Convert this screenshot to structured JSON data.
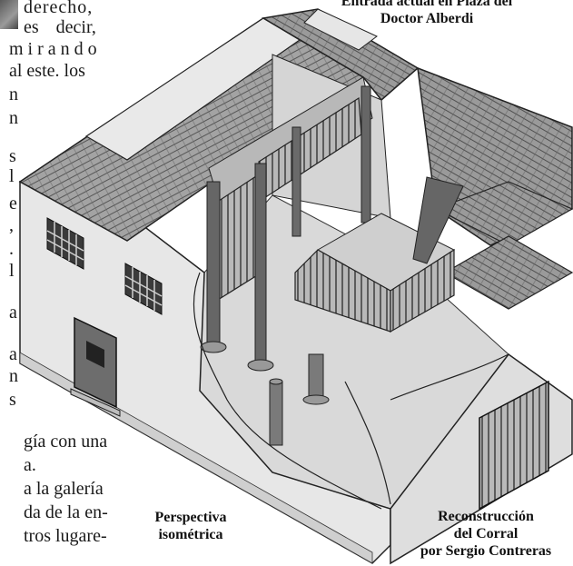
{
  "body_text": {
    "lines": [
      "derecho,",
      "es decir,",
      "m i r a n d o",
      "al este. los",
      "n",
      "n",
      "s",
      "l",
      "e",
      ",",
      ".",
      "l",
      "a",
      "a",
      "n",
      "s",
      "gía con una",
      "a.",
      "a la galería",
      "da de la en-",
      "tros lugare-"
    ]
  },
  "captions": {
    "entrance_line1": "Entrada actual en  Plaza del",
    "entrance_line2": "Doctor Alberdi",
    "perspective_line1": "Perspectiva",
    "perspective_line2": "isométrica",
    "reconstruction_line1": "Reconstrucción",
    "reconstruction_line2": "del Corral",
    "reconstruction_line3": "por Sergio Contreras"
  },
  "colors": {
    "ink": "#111111",
    "wall": "#e6e6e6",
    "wall_shadow": "#cfcfcf",
    "tile": "#8a8a8a",
    "wood": "#5b5b5b"
  }
}
